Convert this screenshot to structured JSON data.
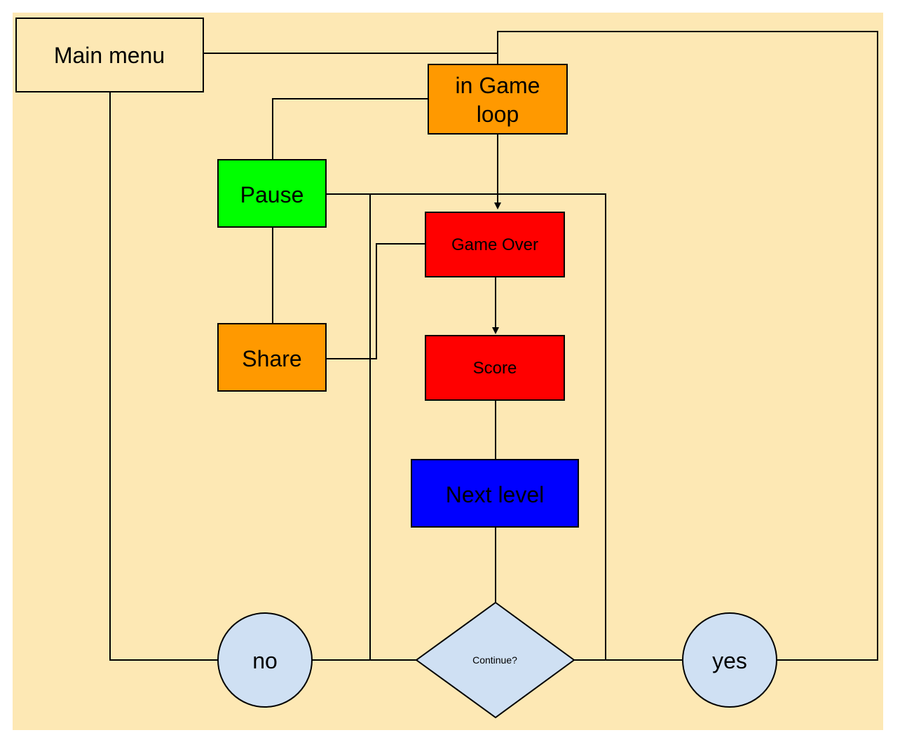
{
  "colors": {
    "background": "#fde8b4",
    "main_menu": "#fde8b4",
    "in_game_loop": "#ff9900",
    "pause": "#00ff00",
    "share": "#ff9900",
    "game_over": "#ff0000",
    "score": "#ff0000",
    "next_level": "#0000ff",
    "decision": "#cfe0f3",
    "circles": "#cfe0f3"
  },
  "nodes": {
    "main_menu": {
      "label": "Main menu"
    },
    "in_game_loop": {
      "line1": "in Game",
      "line2": "loop"
    },
    "pause": {
      "label": "Pause"
    },
    "share": {
      "label": "Share"
    },
    "game_over": {
      "label": "Game Over"
    },
    "score": {
      "label": "Score"
    },
    "next_level": {
      "label": "Next level"
    },
    "continue": {
      "label": "Continue?"
    },
    "no": {
      "label": "no"
    },
    "yes": {
      "label": "yes"
    }
  }
}
